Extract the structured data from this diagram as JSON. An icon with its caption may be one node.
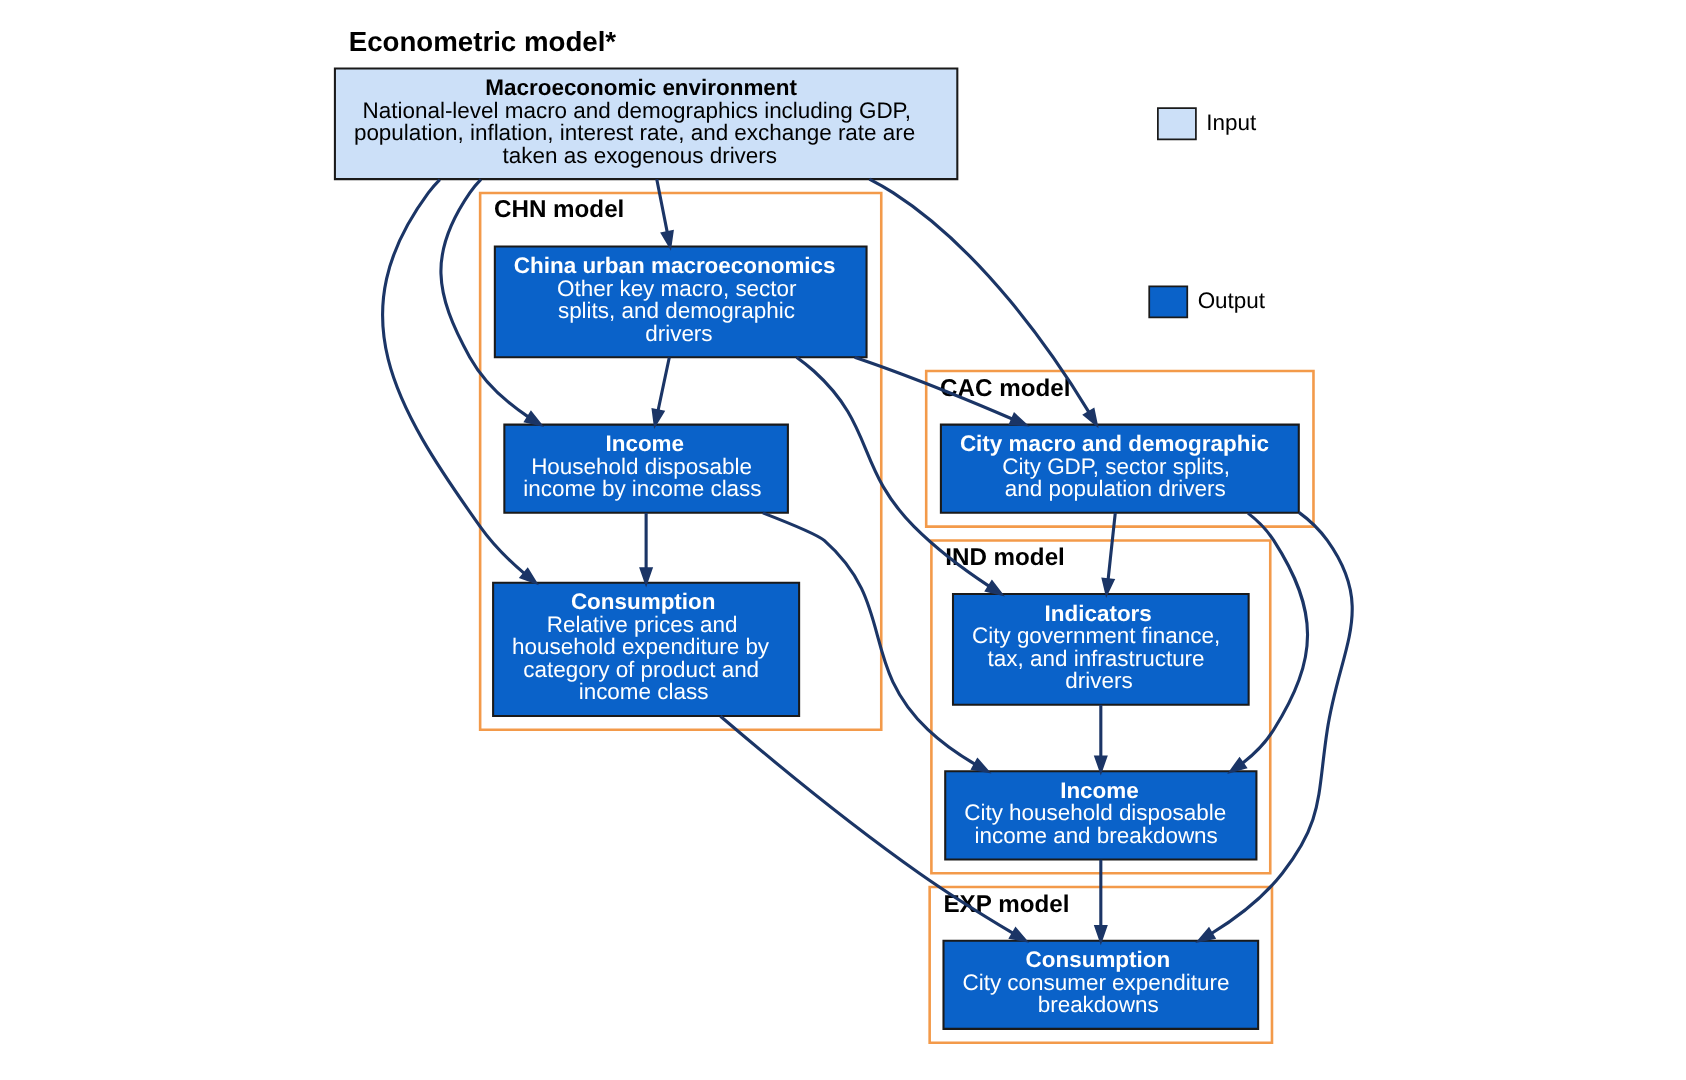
{
  "diagram": {
    "title": "Econometric model*",
    "nodes": [
      {
        "text": [
          "CHN model"
        ]
      },
      {
        "text": [
          "Macroeconomic environment",
          "National-level macro and demographics including GDP, population, inflation, interest rate, and exchange rate are taken as exogenous drivers"
        ]
      },
      {
        "text": [
          "China urban macroeconomics",
          "Other key macro, sector splits, and demographic drivers"
        ],
        "in": 0
      },
      {
        "text": [
          "CAC model"
        ]
      },
      {
        "text": [
          "City macro and demographic",
          "City GDP, sector splits, and population drivers"
        ],
        "in": 3
      },
      {
        "text": [
          "IND model"
        ]
      },
      {
        "text": [
          "Indicators",
          "City government finance, tax, and infrastructure drivers"
        ],
        "in": 5
      },
      {
        "text": [
          "Income",
          "Household disposable income by income class"
        ],
        "in": 0
      },
      {
        "text": [
          "Income",
          "City household disposable income and breakdowns"
        ],
        "in": 5
      },
      {
        "text": [
          "EXP model"
        ]
      },
      {
        "text": [
          "Consumption",
          "Relative prices and household expenditure by category of product and income class"
        ],
        "in": 0
      },
      {
        "text": [
          "Consumption",
          "City consumer expenditure breakdowns"
        ],
        "in": 9
      }
    ],
    "edges": [
      {
        "from": 1,
        "to": 2,
        "arrow": "to"
      },
      {
        "from": 1,
        "to": 7,
        "arrow": "to"
      },
      {
        "from": 1,
        "to": 10,
        "arrow": "to"
      },
      {
        "from": 1,
        "to": 4,
        "arrow": "to"
      },
      {
        "from": 2,
        "to": 4,
        "arrow": "to"
      },
      {
        "from": 2,
        "to": 6,
        "arrow": "to"
      },
      {
        "from": 2,
        "to": 7,
        "arrow": "to"
      },
      {
        "from": 4,
        "to": 6,
        "arrow": "to"
      },
      {
        "from": 4,
        "to": 8,
        "arrow": "to"
      },
      {
        "from": 4,
        "to": 11,
        "arrow": "to"
      },
      {
        "from": 6,
        "to": 8,
        "arrow": "to"
      },
      {
        "from": 7,
        "to": 8,
        "arrow": "to"
      },
      {
        "from": 7,
        "to": 10,
        "arrow": "to"
      },
      {
        "from": 10,
        "to": 11,
        "arrow": "to"
      },
      {
        "from": 8,
        "to": 11,
        "arrow": "to"
      }
    ],
    "legend": [
      {
        "text": "Input",
        "color": "#cce0f8"
      },
      {
        "text": "Output",
        "color": "#0a62c9"
      }
    ]
  }
}
